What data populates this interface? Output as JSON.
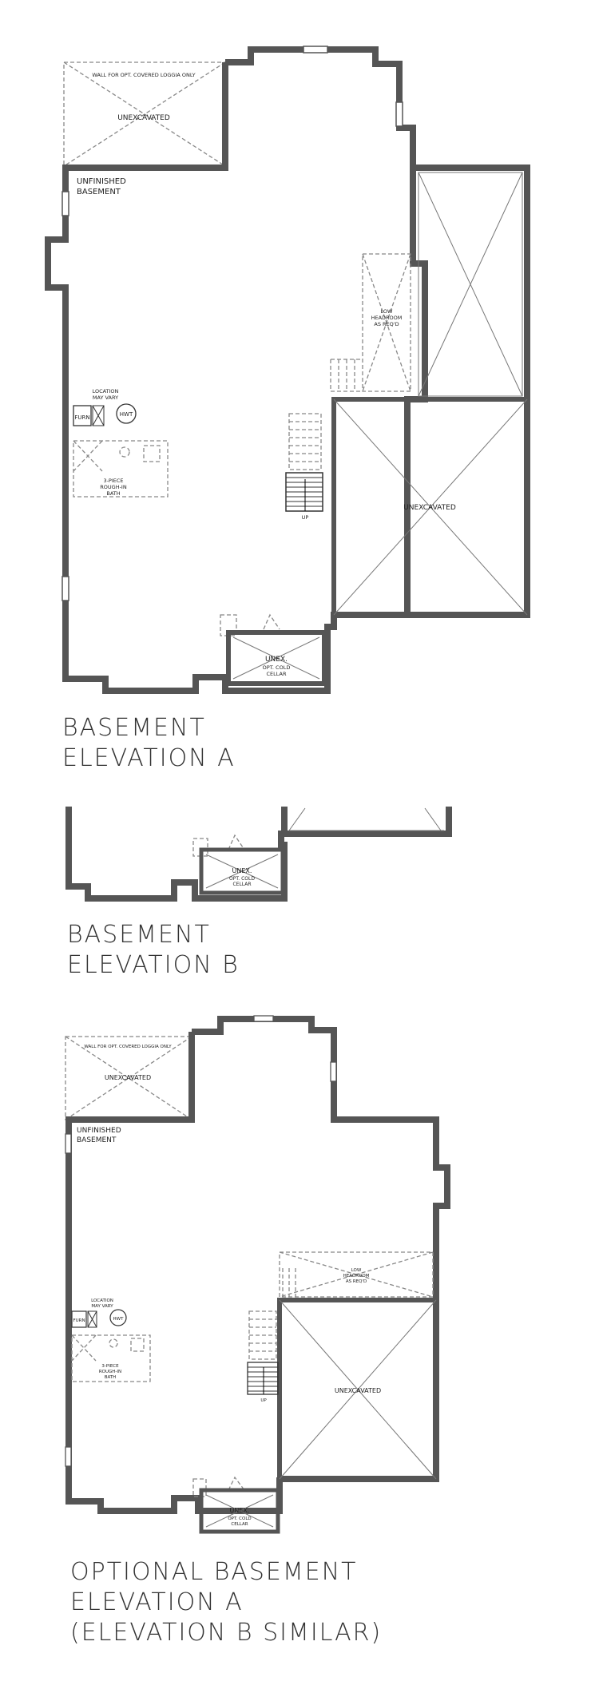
{
  "plan_a": {
    "title_line1": "BASEMENT",
    "title_line2": "ELEVATION A",
    "labels": {
      "unexcavated_top": "UNEXCAVATED",
      "loggia_wall": "WALL FOR OPT. COVERED LOGGIA ONLY",
      "unfinished_line1": "UNFINISHED",
      "unfinished_line2": "BASEMENT",
      "low_headroom_line1": "LOW",
      "low_headroom_line2": "HEADROOM",
      "low_headroom_line3": "AS REQ'D",
      "location_line1": "LOCATION",
      "location_line2": "MAY VARY",
      "furn": "FURN",
      "hwt": "HWT",
      "bath_line1": "3-PIECE",
      "bath_line2": "ROUGH-IN",
      "bath_line3": "BATH",
      "up": "UP",
      "unexcavated_right": "UNEXCAVATED",
      "unex": "UNEX.",
      "cold_line1": "OPT. COLD",
      "cold_line2": "CELLAR"
    }
  },
  "plan_b": {
    "title_line1": "BASEMENT",
    "title_line2": "ELEVATION B",
    "labels": {
      "unex": "UNEX.",
      "cold_line1": "OPT. COLD",
      "cold_line2": "CELLAR"
    }
  },
  "plan_opt": {
    "title_line1": "OPTIONAL BASEMENT",
    "title_line2": "ELEVATION A",
    "title_line3": "(ELEVATION B SIMILAR)",
    "labels": {
      "unexcavated_top": "UNEXCAVATED",
      "loggia_wall": "WALL FOR OPT. COVERED LOGGIA ONLY",
      "unfinished_line1": "UNFINISHED",
      "unfinished_line2": "BASEMENT",
      "low_headroom_line1": "LOW",
      "low_headroom_line2": "HEADROOM",
      "low_headroom_line3": "AS REQ'D",
      "location_line1": "LOCATION",
      "location_line2": "MAY VARY",
      "furn": "FURN",
      "hwt": "HWT",
      "bath_line1": "3-PIECE",
      "bath_line2": "ROUGH-IN",
      "bath_line3": "BATH",
      "up": "UP",
      "unexcavated_right": "UNEXCAVATED",
      "unex": "UNEX.",
      "cold_line1": "OPT. COLD",
      "cold_line2": "CELLAR"
    }
  }
}
